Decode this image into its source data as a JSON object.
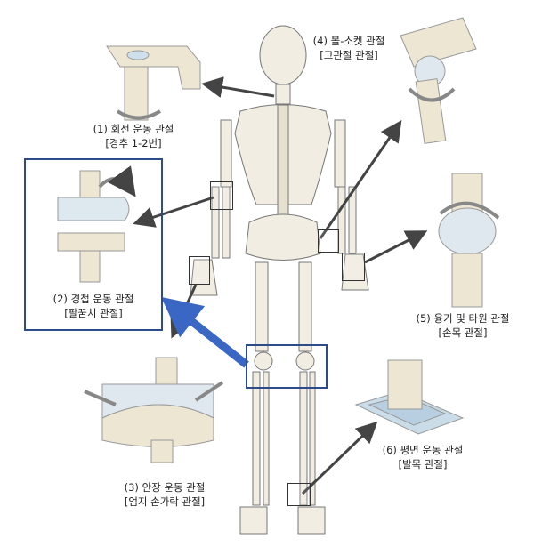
{
  "joints": [
    {
      "id": "1",
      "title": "(1) 회전 운동 관절",
      "location": "[경추 1-2번]"
    },
    {
      "id": "2",
      "title": "(2) 경첩 운동 관절",
      "location": "[팔꿈치 관절]"
    },
    {
      "id": "3",
      "title": "(3) 안장 운동 관절",
      "location": "[엄지 손가락 관절]"
    },
    {
      "id": "4",
      "title": "(4) 볼-소켓 관절",
      "location": "[고관절 관절]"
    },
    {
      "id": "5",
      "title": "(5) 융기 및 타원 관절",
      "location": "[손목 관절]"
    },
    {
      "id": "6",
      "title": "(6) 평면 운동 관절",
      "location": "[발목 관절]"
    }
  ],
  "colors": {
    "highlight": "#2d4a8a",
    "arrow": "#444444",
    "blue_arrow": "#3a66c4",
    "bone": "#f1ede2",
    "joint_model": "#ece6d3",
    "cartilage": "#cfe0ec"
  }
}
